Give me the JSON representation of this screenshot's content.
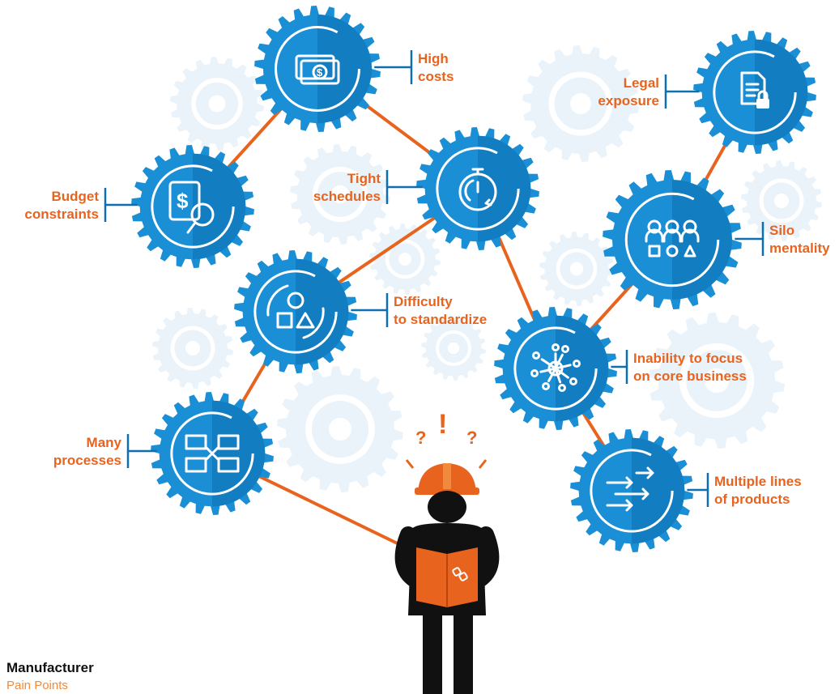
{
  "title": "Manufacturer",
  "subtitle": "Pain Points",
  "colors": {
    "gear_blue": "#1a8fd6",
    "gear_dark": "#0d6fb0",
    "bg_gear": "#eaf3fa",
    "accent_orange": "#e8641e",
    "worker_black": "#111111"
  },
  "nodes": [
    {
      "id": "high-costs",
      "label": [
        "High",
        "costs"
      ],
      "icon": "money-icon"
    },
    {
      "id": "budget-constraints",
      "label": [
        "Budget",
        "constraints"
      ],
      "icon": "dollar-search-icon"
    },
    {
      "id": "tight-schedules",
      "label": [
        "Tight",
        "schedules"
      ],
      "icon": "stopwatch-icon"
    },
    {
      "id": "difficulty-to-standardize",
      "label": [
        "Difficulty",
        "to standardize"
      ],
      "icon": "shapes-icon"
    },
    {
      "id": "many-processes",
      "label": [
        "Many",
        "processes"
      ],
      "icon": "process-flow-icon"
    },
    {
      "id": "legal-exposure",
      "label": [
        "Legal",
        "exposure"
      ],
      "icon": "locked-document-icon"
    },
    {
      "id": "silo-mentality",
      "label": [
        "Silo",
        "mentality"
      ],
      "icon": "people-silo-icon"
    },
    {
      "id": "inability-to-focus",
      "label": [
        "Inability to focus",
        "on core business"
      ],
      "icon": "network-hub-icon"
    },
    {
      "id": "multiple-lines",
      "label": [
        "Multiple lines",
        "of products"
      ],
      "icon": "arrows-merge-icon"
    }
  ],
  "worker": {
    "exclaim": "!",
    "question": "?",
    "icon": "confused-worker-icon"
  }
}
